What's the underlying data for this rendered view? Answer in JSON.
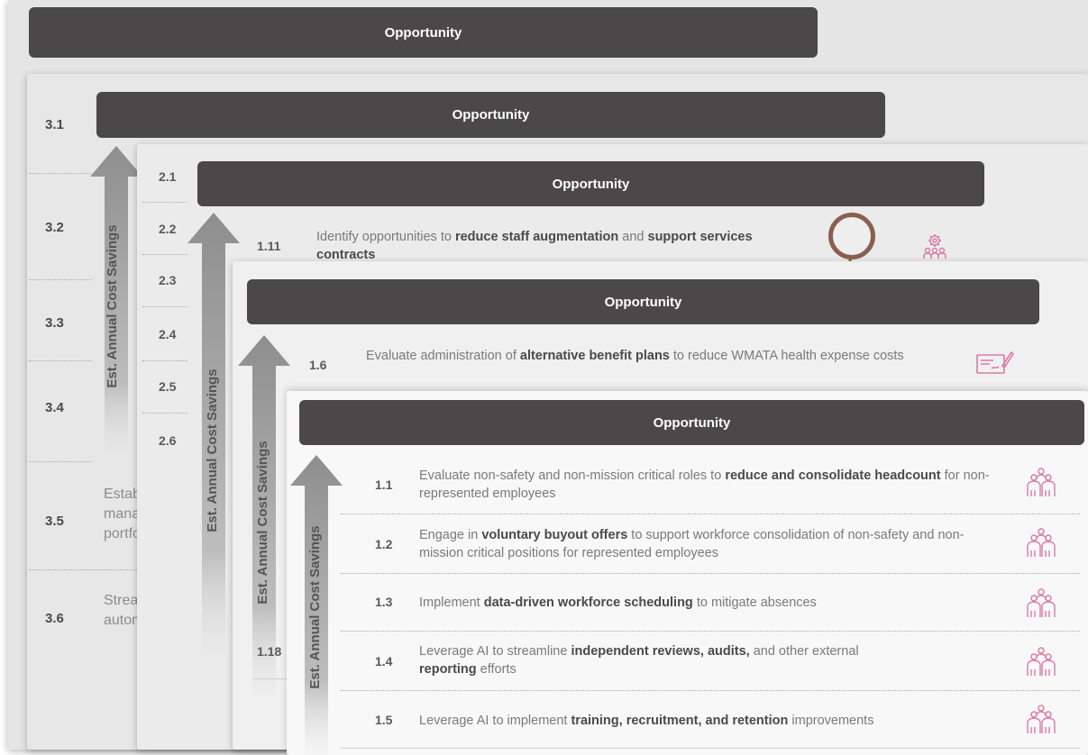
{
  "header_label": "Opportunity",
  "arrow_label": "Est. Annual Cost Savings",
  "level3": {
    "items": [
      {
        "num": "3.1"
      },
      {
        "num": "3.2"
      },
      {
        "num": "3.3"
      },
      {
        "num": "3.4"
      },
      {
        "num": "3.5",
        "text": [
          "Establish",
          "managem",
          "portfolio"
        ]
      },
      {
        "num": "3.6",
        "text": [
          "Streamlin",
          "automatic"
        ]
      }
    ]
  },
  "level2": {
    "items": [
      "2.1",
      "2.2",
      "2.3",
      "2.4",
      "2.5",
      "2.6"
    ]
  },
  "level1_sub": {
    "item_111": {
      "num": "1.11",
      "pre": "Identify opportunities to ",
      "b1": "reduce staff augmentation",
      "mid": " and ",
      "b2": "support services",
      "nl": "",
      "b3": "contracts"
    },
    "item_118": {
      "num": "1.18"
    }
  },
  "level_16": {
    "num": "1.6",
    "pre": "Evaluate administration of ",
    "b1": "alternative benefit plans",
    "post": " to reduce WMATA health expense costs"
  },
  "main_items": [
    {
      "num": "1.1",
      "pre": "Evaluate non-safety and non-mission critical roles to ",
      "b1": "reduce and consolidate headcount",
      "post": " for non-represented employees"
    },
    {
      "num": "1.2",
      "pre": "Engage in ",
      "b1": "voluntary buyout offers",
      "post": " to support workforce consolidation of non-safety and non-mission critical positions for represented employees"
    },
    {
      "num": "1.3",
      "pre": "Implement ",
      "b1": "data-driven workforce scheduling",
      "post": " to mitigate absences"
    },
    {
      "num": "1.4",
      "pre": "Leverage AI to streamline ",
      "b1": "independent reviews, audits,",
      "post": " and other external ",
      "b2": "reporting",
      "post2": " efforts"
    },
    {
      "num": "1.5",
      "pre": "Leverage AI to implement ",
      "b1": "training, recruitment, and retention",
      "post": " improvements"
    }
  ],
  "colors": {
    "header_bg": "#4a4848",
    "icon_pink": "#d97aa8",
    "magnifier": "#8b5e50",
    "arrow_gray": "#9a9a9a"
  },
  "icons": {
    "item_111": "gear-people-icon",
    "item_16": "check-document-icon",
    "main": "people-group-icon"
  }
}
